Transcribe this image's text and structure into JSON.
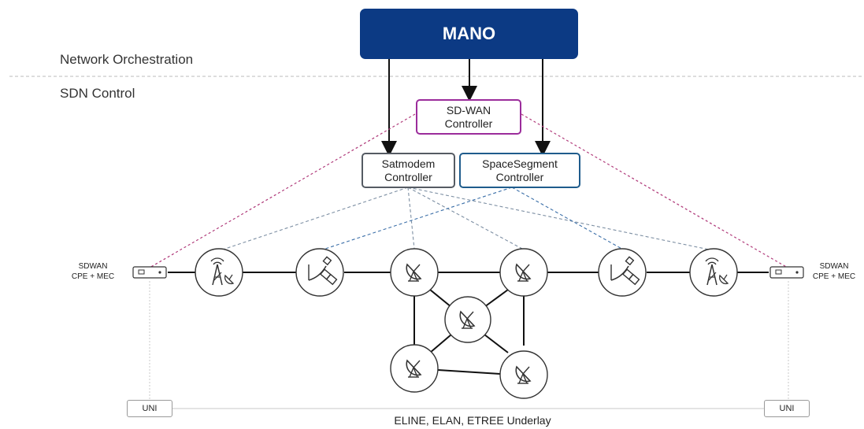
{
  "layers": {
    "orchestration": "Network Orchestration",
    "sdn": "SDN Control"
  },
  "mano": {
    "label": "MANO",
    "color": "#0c3a84"
  },
  "controllers": {
    "sdwan": {
      "line1": "SD-WAN",
      "line2": "Controller",
      "color": "#9b2c9b"
    },
    "satmodem": {
      "line1": "Satmodem",
      "line2": "Controller",
      "color": "#555b63"
    },
    "spacesegment": {
      "line1": "SpaceSegment",
      "line2": "Controller",
      "color": "#1f5c8c"
    }
  },
  "cpe": {
    "left": {
      "line1": "SDWAN",
      "line2": "CPE + MEC"
    },
    "right": {
      "line1": "SDWAN",
      "line2": "CPE + MEC"
    }
  },
  "uni": {
    "left": "UNI",
    "right": "UNI"
  },
  "underlay_label": "ELINE, ELAN, ETREE Underlay",
  "nodes": [
    {
      "id": "ground-station-left",
      "icon": "ground-station-icon"
    },
    {
      "id": "satellite-left",
      "icon": "satellite-icon"
    },
    {
      "id": "teleport-1",
      "icon": "satellite-dish-icon"
    },
    {
      "id": "teleport-2",
      "icon": "satellite-dish-icon"
    },
    {
      "id": "satellite-right",
      "icon": "satellite-icon"
    },
    {
      "id": "ground-station-right",
      "icon": "ground-station-icon"
    },
    {
      "id": "teleport-center",
      "icon": "satellite-dish-icon"
    },
    {
      "id": "teleport-3",
      "icon": "satellite-dish-icon"
    },
    {
      "id": "teleport-4",
      "icon": "satellite-dish-icon"
    }
  ]
}
